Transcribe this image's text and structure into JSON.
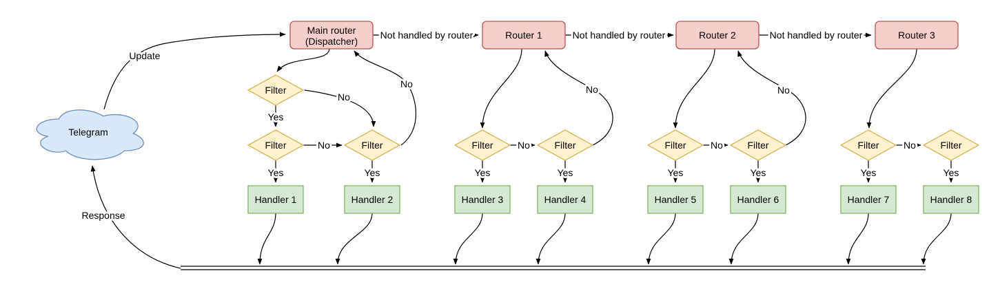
{
  "colors": {
    "canvas-bg": "#ffffff",
    "node-red-fill": "#f8cecc",
    "node-red-stroke": "#b85450",
    "node-yellow-fill": "#fff2cc",
    "node-yellow-stroke": "#d6b656",
    "node-green-fill": "#d5e8d4",
    "node-green-stroke": "#82b366",
    "node-blue-fill": "#dae8fc",
    "node-blue-stroke": "#6c8ebf",
    "edge-stroke": "#000000"
  },
  "cloud": {
    "label": "Telegram"
  },
  "labels": {
    "update": "Update",
    "response": "Response",
    "not_handled": "Not handled by router",
    "filter": "Filter",
    "yes": "Yes",
    "no": "No"
  },
  "routers": {
    "main_line1": "Main router",
    "main_line2": "(Dispatcher)",
    "router1": "Router 1",
    "router2": "Router 2",
    "router3": "Router 3"
  },
  "handlers": [
    "Handler 1",
    "Handler 2",
    "Handler 3",
    "Handler 4",
    "Handler 5",
    "Handler 6",
    "Handler 7",
    "Handler 8"
  ]
}
